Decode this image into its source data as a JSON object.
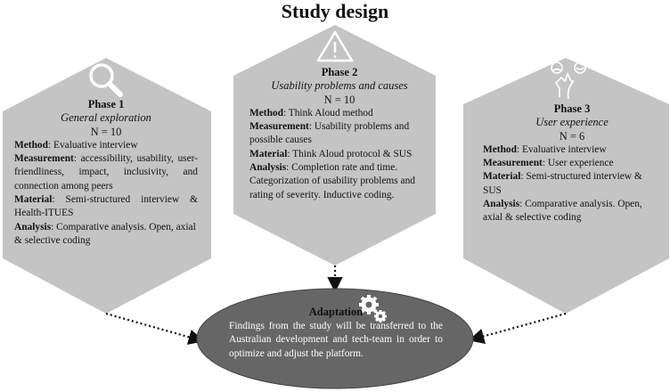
{
  "title": "Study design",
  "phases": [
    {
      "phase": "Phase 1",
      "subtitle": "General exploration",
      "n": "N = 10",
      "method_label": "Method",
      "method": ": Evaluative interview",
      "measurement_label": "Measurement",
      "measurement": ": accessibility, usability, user-friendliness, impact, inclusivity, and connection among peers",
      "material_label": "Material",
      "material": ": Semi-structured interview & Health-ITUES",
      "analysis_label": "Analysis",
      "analysis": ": Comparative analysis. Open, axial & selective coding",
      "icon": "magnifier-icon"
    },
    {
      "phase": "Phase 2",
      "subtitle": "Usability problems and causes",
      "n": "N = 10",
      "method_label": "Method",
      "method": ": Think Aloud method",
      "measurement_label": "Measurement",
      "measurement": ": Usability problems and possible causes",
      "material_label": "Material",
      "material": ": Think Aloud protocol & SUS",
      "analysis_label": "Analysis",
      "analysis": ": Completion rate and time. Categorization of usability problems and rating of severity. Inductive coding.",
      "icon": "warning-icon"
    },
    {
      "phase": "Phase 3",
      "subtitle": "User experience",
      "n": "N = 6",
      "method_label": "Method",
      "method": ": Evaluative interview",
      "measurement_label": "Measurement",
      "measurement": ": User experience",
      "material_label": "Material",
      "material": ": Semi-structured interview & SUS",
      "analysis_label": "Analysis",
      "analysis": ": Comparative analysis. Open, axial & selective coding",
      "icon": "user-experience-icon"
    }
  ],
  "adaptation": {
    "title": "Adaptation",
    "text": "Findings from the study will be transferred to the Australian development and tech-team in order to optimize and adjust the platform.",
    "icon": "gears-icon"
  },
  "colors": {
    "hexagon": "#c4c4c4",
    "ellipse": "#666666",
    "connector": "#111111"
  }
}
